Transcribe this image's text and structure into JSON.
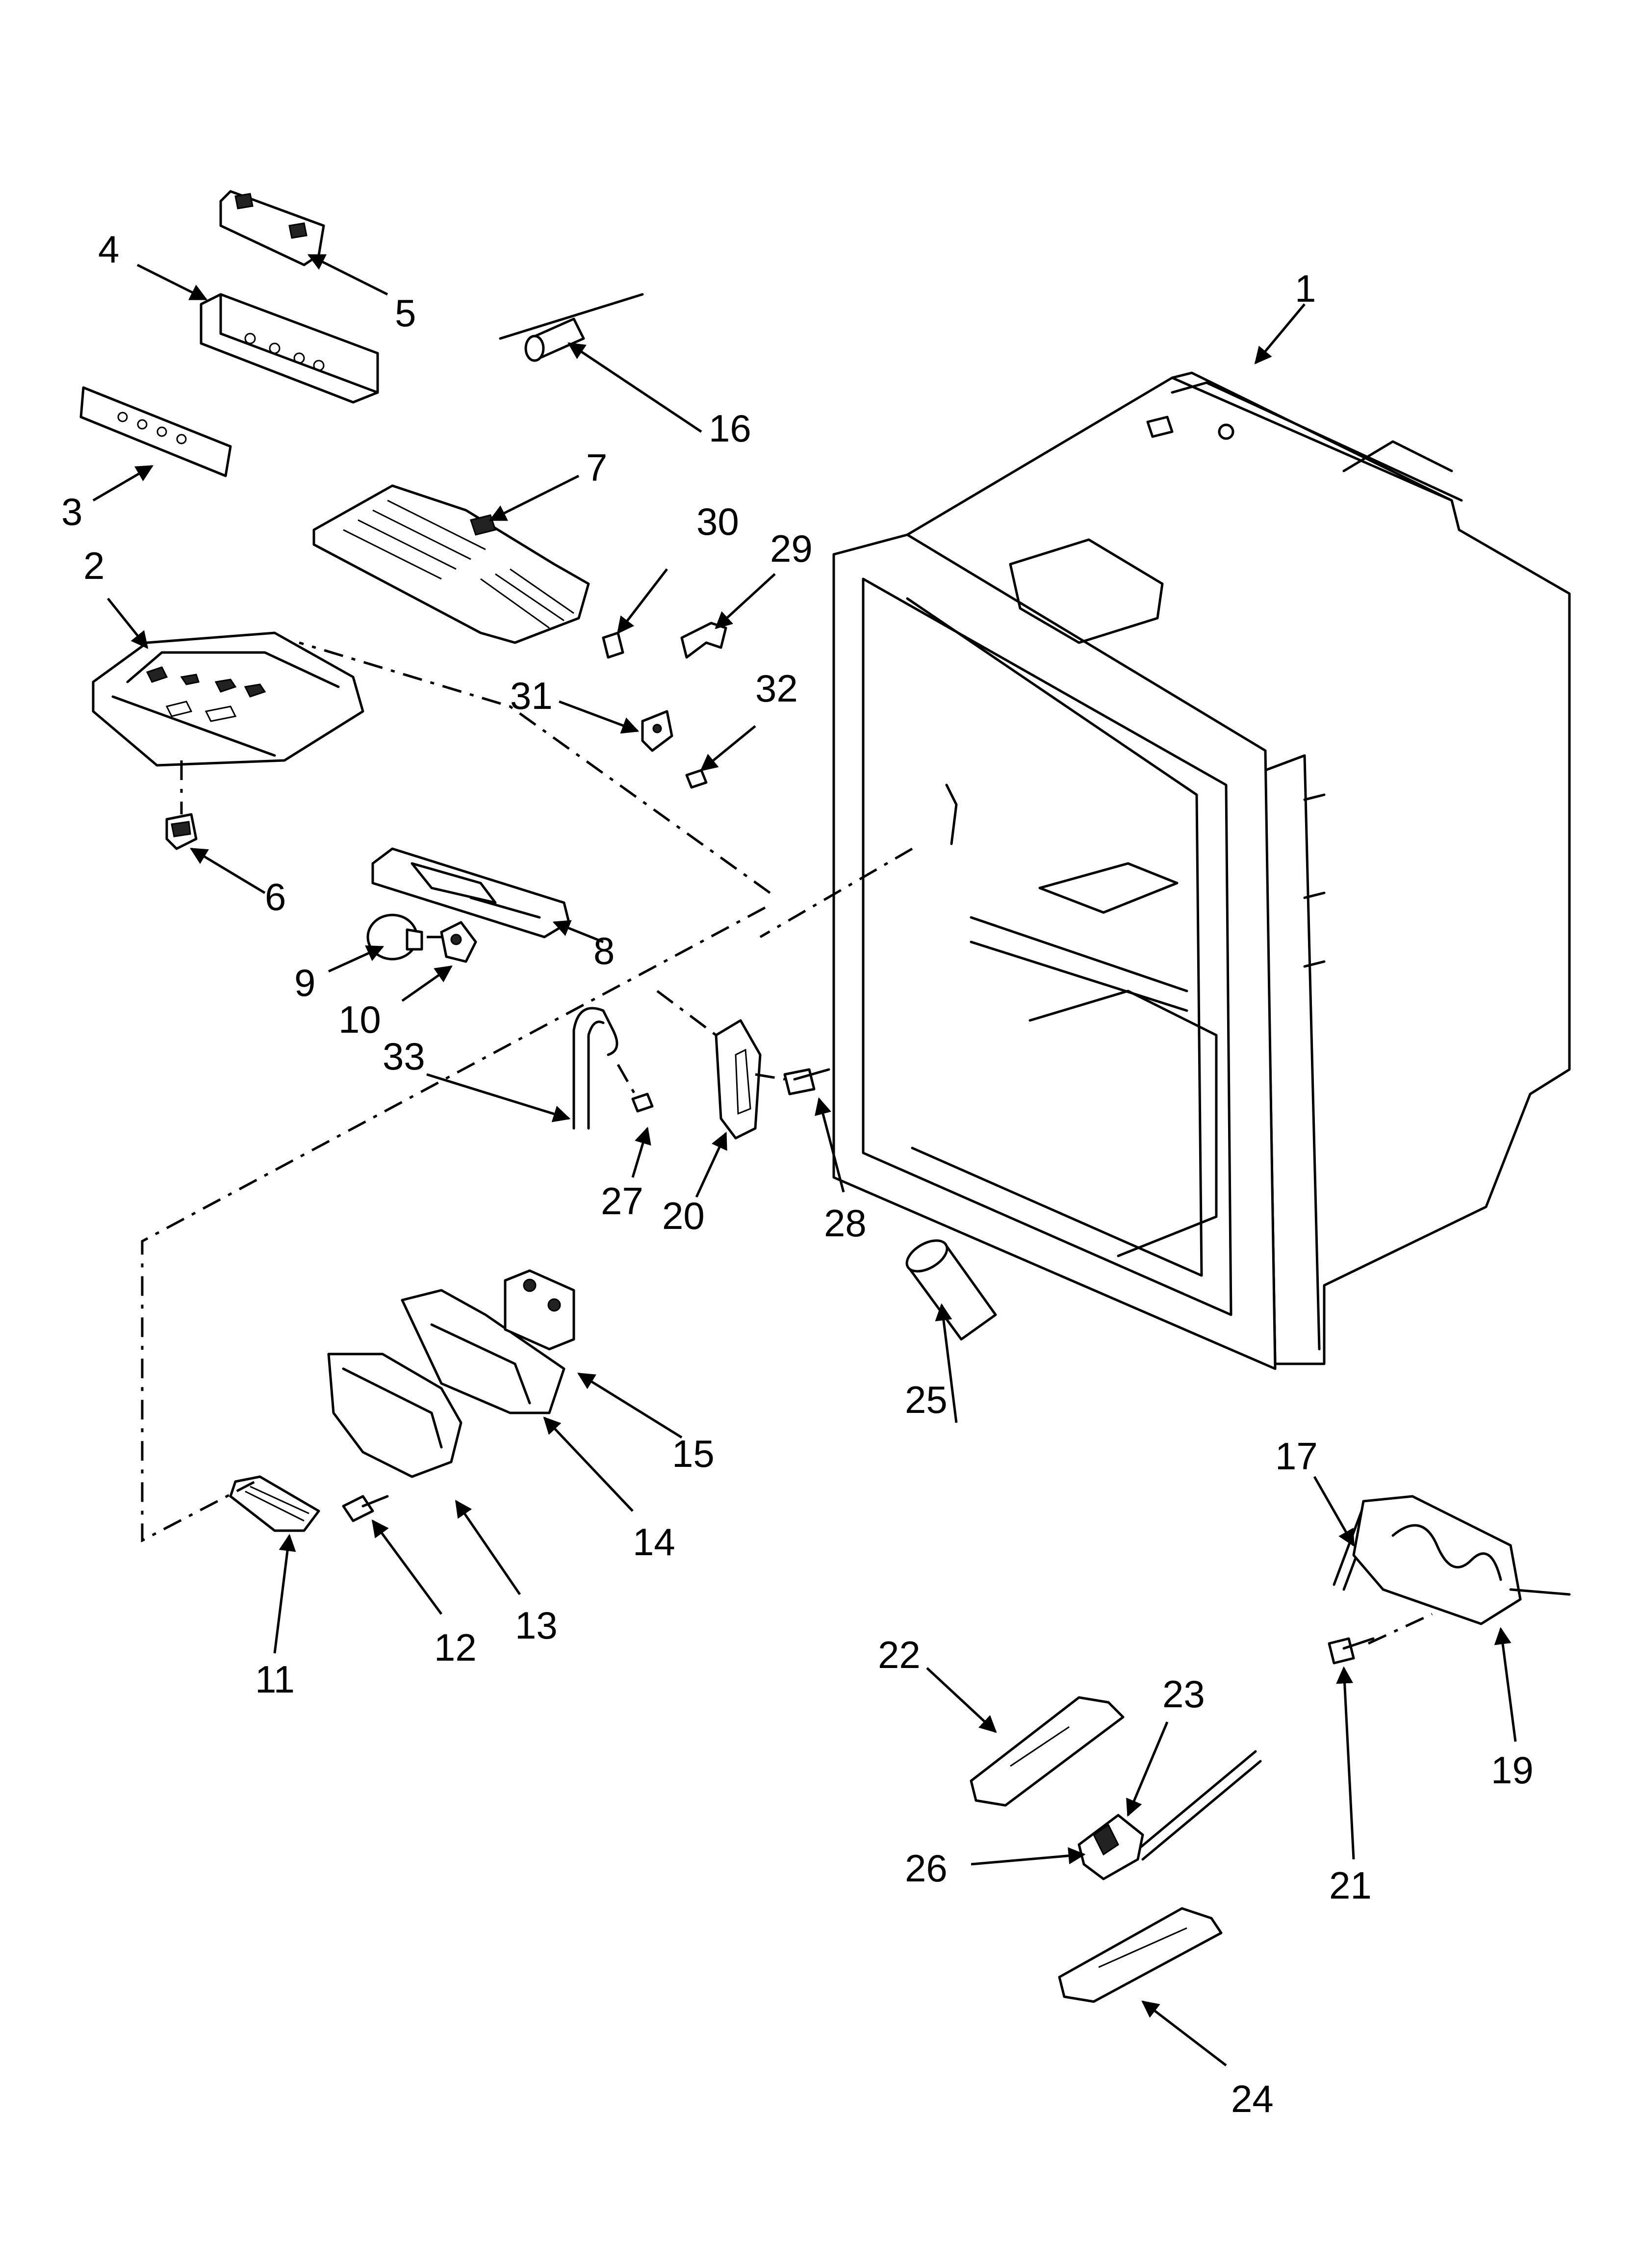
{
  "callouts": {
    "c1": "1",
    "c2": "2",
    "c3": "3",
    "c4": "4",
    "c5": "5",
    "c6": "6",
    "c7": "7",
    "c8": "8",
    "c9": "9",
    "c10": "10",
    "c11": "11",
    "c12": "12",
    "c13": "13",
    "c14": "14",
    "c15": "15",
    "c16": "16",
    "c17": "17",
    "c19": "19",
    "c20": "20",
    "c21": "21",
    "c22": "22",
    "c23": "23",
    "c24": "24",
    "c25": "25",
    "c26": "26",
    "c27": "27",
    "c28": "28",
    "c29": "29",
    "c30": "30",
    "c31": "31",
    "c32": "32",
    "c33": "33"
  }
}
